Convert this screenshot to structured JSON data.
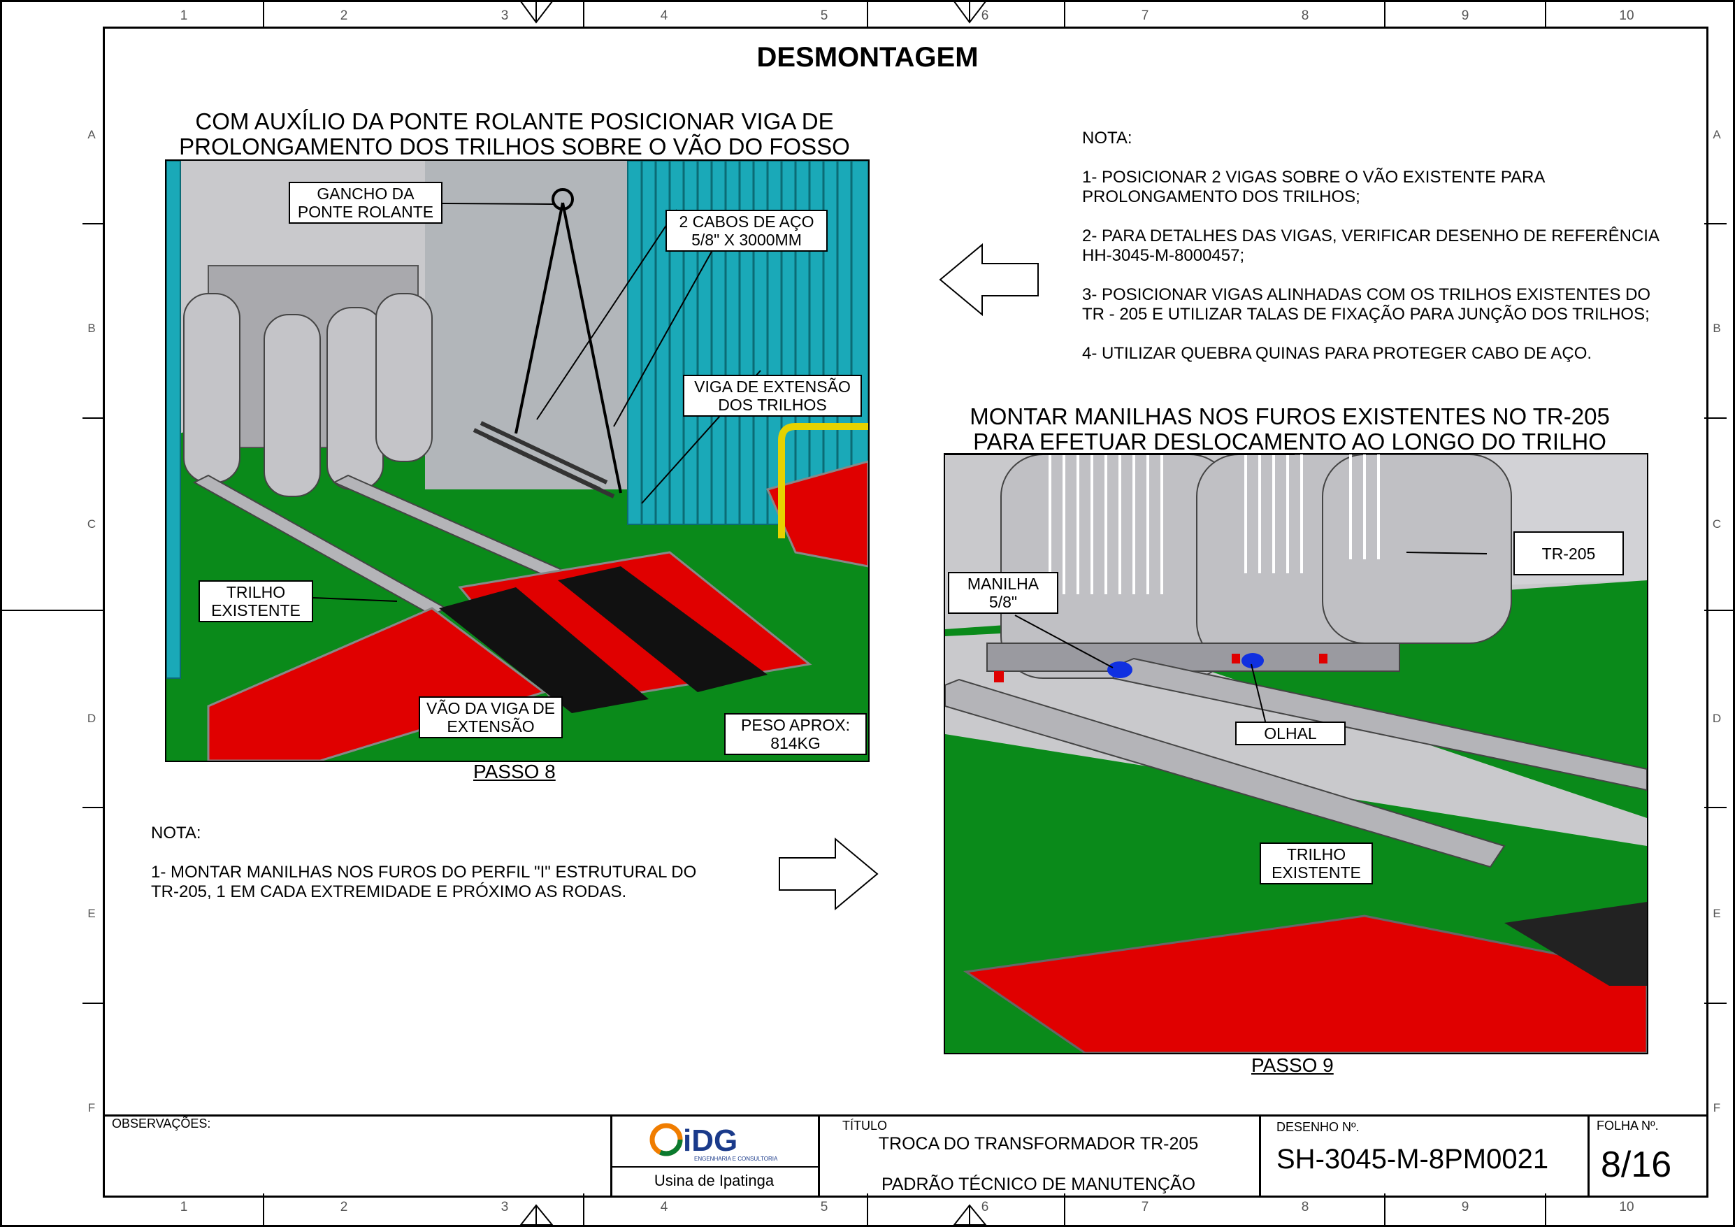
{
  "zones": {
    "columns": [
      "1",
      "2",
      "3",
      "4",
      "5",
      "6",
      "7",
      "8",
      "9",
      "10"
    ],
    "rows": [
      "A",
      "B",
      "C",
      "D",
      "E",
      "F"
    ]
  },
  "page_title": "DESMONTAGEM",
  "left": {
    "heading_line1": "COM AUXÍLIO DA PONTE ROLANTE POSICIONAR VIGA DE",
    "heading_line2": "PROLONGAMENTO DOS TRILHOS SOBRE O VÃO DO FOSSO",
    "callouts": {
      "gancho_1": "GANCHO DA",
      "gancho_2": "PONTE ROLANTE",
      "cabos_1": "2 CABOS DE AÇO",
      "cabos_2": "5/8\" X 3000MM",
      "viga_1": "VIGA DE EXTENSÃO",
      "viga_2": "DOS TRILHOS",
      "trilho_1": "TRILHO",
      "trilho_2": "EXISTENTE",
      "vao_1": "VÃO DA VIGA DE",
      "vao_2": "EXTENSÃO",
      "peso_1": "PESO APROX:",
      "peso_2": "814KG"
    },
    "passo": "PASSO 8"
  },
  "right_note": {
    "title": "NOTA:",
    "items": [
      [
        "1- POSICIONAR 2 VIGAS SOBRE O VÃO EXISTENTE PARA",
        "PROLONGAMENTO DOS TRILHOS;"
      ],
      [
        "2- PARA DETALHES DAS VIGAS, VERIFICAR DESENHO DE REFERÊNCIA",
        "HH-3045-M-8000457;"
      ],
      [
        "3- POSICIONAR VIGAS ALINHADAS COM OS TRILHOS EXISTENTES DO",
        "TR - 205 E UTILIZAR TALAS DE FIXAÇÃO PARA JUNÇÃO DOS TRILHOS;"
      ],
      [
        "4- UTILIZAR QUEBRA QUINAS PARA PROTEGER CABO DE AÇO."
      ]
    ]
  },
  "right": {
    "heading_line1": "MONTAR MANILHAS NOS FUROS EXISTENTES NO TR-205",
    "heading_line2": "PARA EFETUAR DESLOCAMENTO AO LONGO DO TRILHO",
    "callouts": {
      "manilha_1": "MANILHA",
      "manilha_2": "5/8\"",
      "tr205": "TR-205",
      "olhal": "OLHAL",
      "trilho_1": "TRILHO",
      "trilho_2": "EXISTENTE"
    },
    "passo": "PASSO 9"
  },
  "left_note": {
    "title": "NOTA:",
    "line1": "1- MONTAR MANILHAS NOS FUROS DO PERFIL \"I\" ESTRUTURAL DO",
    "line2": "TR-205, 1 EM CADA EXTREMIDADE E PRÓXIMO AS RODAS."
  },
  "title_block": {
    "observacoes": "OBSERVAÇÕES:",
    "logo_text": "iDG",
    "logo_sub": "ENGENHARIA E CONSULTORIA",
    "plant": "Usina de Ipatinga",
    "titulo_label": "TÍTULO",
    "titulo_1": "TROCA DO TRANSFORMADOR TR-205",
    "titulo_2": "PADRÃO TÉCNICO DE MANUTENÇÃO",
    "desenho_label": "DESENHO Nº.",
    "desenho": "SH-3045-M-8PM0021",
    "folha_label": "FOLHA Nº.",
    "folha": "8/16"
  },
  "colors": {
    "floor_green": "#0a8a1a",
    "pit_red": "#e00000",
    "cyan_wall": "#1aa9b8",
    "transformer_grey": "#b8b8bc"
  }
}
